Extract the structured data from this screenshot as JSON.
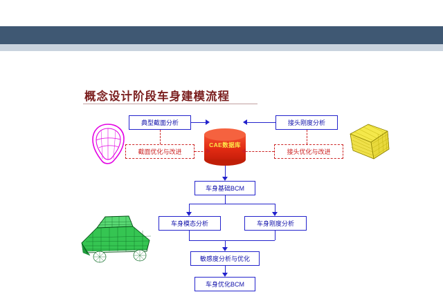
{
  "slide": {
    "title": "概念设计阶段车身建模流程",
    "background_color": "#ffffff",
    "header_band_color": "#3f5873",
    "header_accent_color": "#c9d3de",
    "title_color": "#7b1f1f"
  },
  "diagram": {
    "type": "flowchart",
    "database_node": {
      "label": "CAE数据库",
      "fill_color": "#e8371d",
      "text_color": "#ffe84a"
    },
    "boxes": [
      {
        "id": "section-analysis",
        "label": "典型截面分析",
        "style": "solid-blue"
      },
      {
        "id": "joint-stiffness-analysis",
        "label": "接头刚度分析",
        "style": "solid-blue"
      },
      {
        "id": "section-optimize",
        "label": "截面优化与改进",
        "style": "dashed-red"
      },
      {
        "id": "joint-optimize",
        "label": "接头优化与改进",
        "style": "dashed-red"
      },
      {
        "id": "body-base-bcm",
        "label": "车身基础BCM",
        "style": "solid-blue"
      },
      {
        "id": "body-modal-analysis",
        "label": "车身模态分析",
        "style": "solid-blue"
      },
      {
        "id": "body-stiffness-analysis",
        "label": "车身刚度分析",
        "style": "solid-blue"
      },
      {
        "id": "sensitivity-analysis",
        "label": "敏感度分析与优化",
        "style": "solid-blue"
      },
      {
        "id": "body-optimized-bcm",
        "label": "车身优化BCM",
        "style": "solid-blue"
      }
    ],
    "artwork": [
      {
        "id": "section-profile-art",
        "name": "magenta-section-outline"
      },
      {
        "id": "joint-mesh-art",
        "name": "yellow-joint-mesh"
      },
      {
        "id": "body-mesh-art",
        "name": "green-body-mesh"
      }
    ]
  }
}
